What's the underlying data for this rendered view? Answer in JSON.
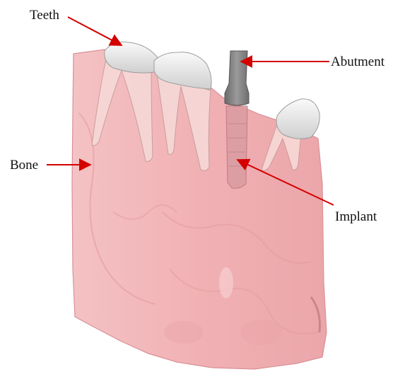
{
  "figure": {
    "labels": {
      "teeth": "Teeth",
      "abutment": "Abutment",
      "bone": "Bone",
      "implant": "Implant"
    },
    "colors": {
      "bone": "#f2b3b6",
      "bone_edge": "#d99096",
      "tooth_crown": "#e8e8e8",
      "tooth_root": "#f5d6d4",
      "abutment": "#7d7d7d",
      "implant": "#d59a9e",
      "arrow": "#d40000"
    }
  }
}
